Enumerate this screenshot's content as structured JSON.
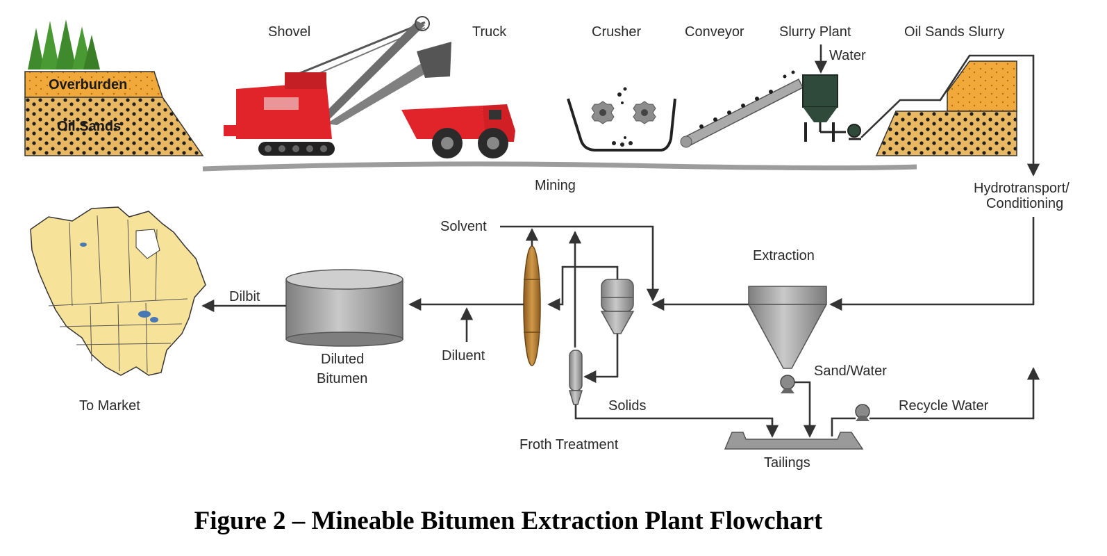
{
  "labels": {
    "overburden": "Overburden",
    "oil_sands": "Oil Sands",
    "shovel": "Shovel",
    "truck": "Truck",
    "crusher": "Crusher",
    "conveyor": "Conveyor",
    "slurry_plant": "Slurry Plant",
    "water": "Water",
    "oil_sands_slurry": "Oil Sands Slurry",
    "mining": "Mining",
    "hydrotransport_line1": "Hydrotransport/",
    "hydrotransport_line2": "Conditioning",
    "solvent": "Solvent",
    "extraction": "Extraction",
    "dilbit": "Dilbit",
    "diluted_line1": "Diluted",
    "diluted_line2": "Bitumen",
    "diluent": "Diluent",
    "sand_water": "Sand/Water",
    "solids": "Solids",
    "recycle_water": "Recycle Water",
    "froth_treatment": "Froth Treatment",
    "tailings": "Tailings",
    "to_market": "To Market"
  },
  "caption": "Figure 2 – Mineable Bitumen Extraction Plant Flowchart",
  "colors": {
    "equipment_red": "#e0242a",
    "sand_orange": "#f2a93b",
    "oil_sand_tan": "#e9b863",
    "forest_green": "#3f8a2c",
    "steel_gray": "#9a9a9a",
    "slurry_green": "#2f4a3a",
    "separator_brown": "#b07a30",
    "map_yellow": "#f7e29a"
  }
}
